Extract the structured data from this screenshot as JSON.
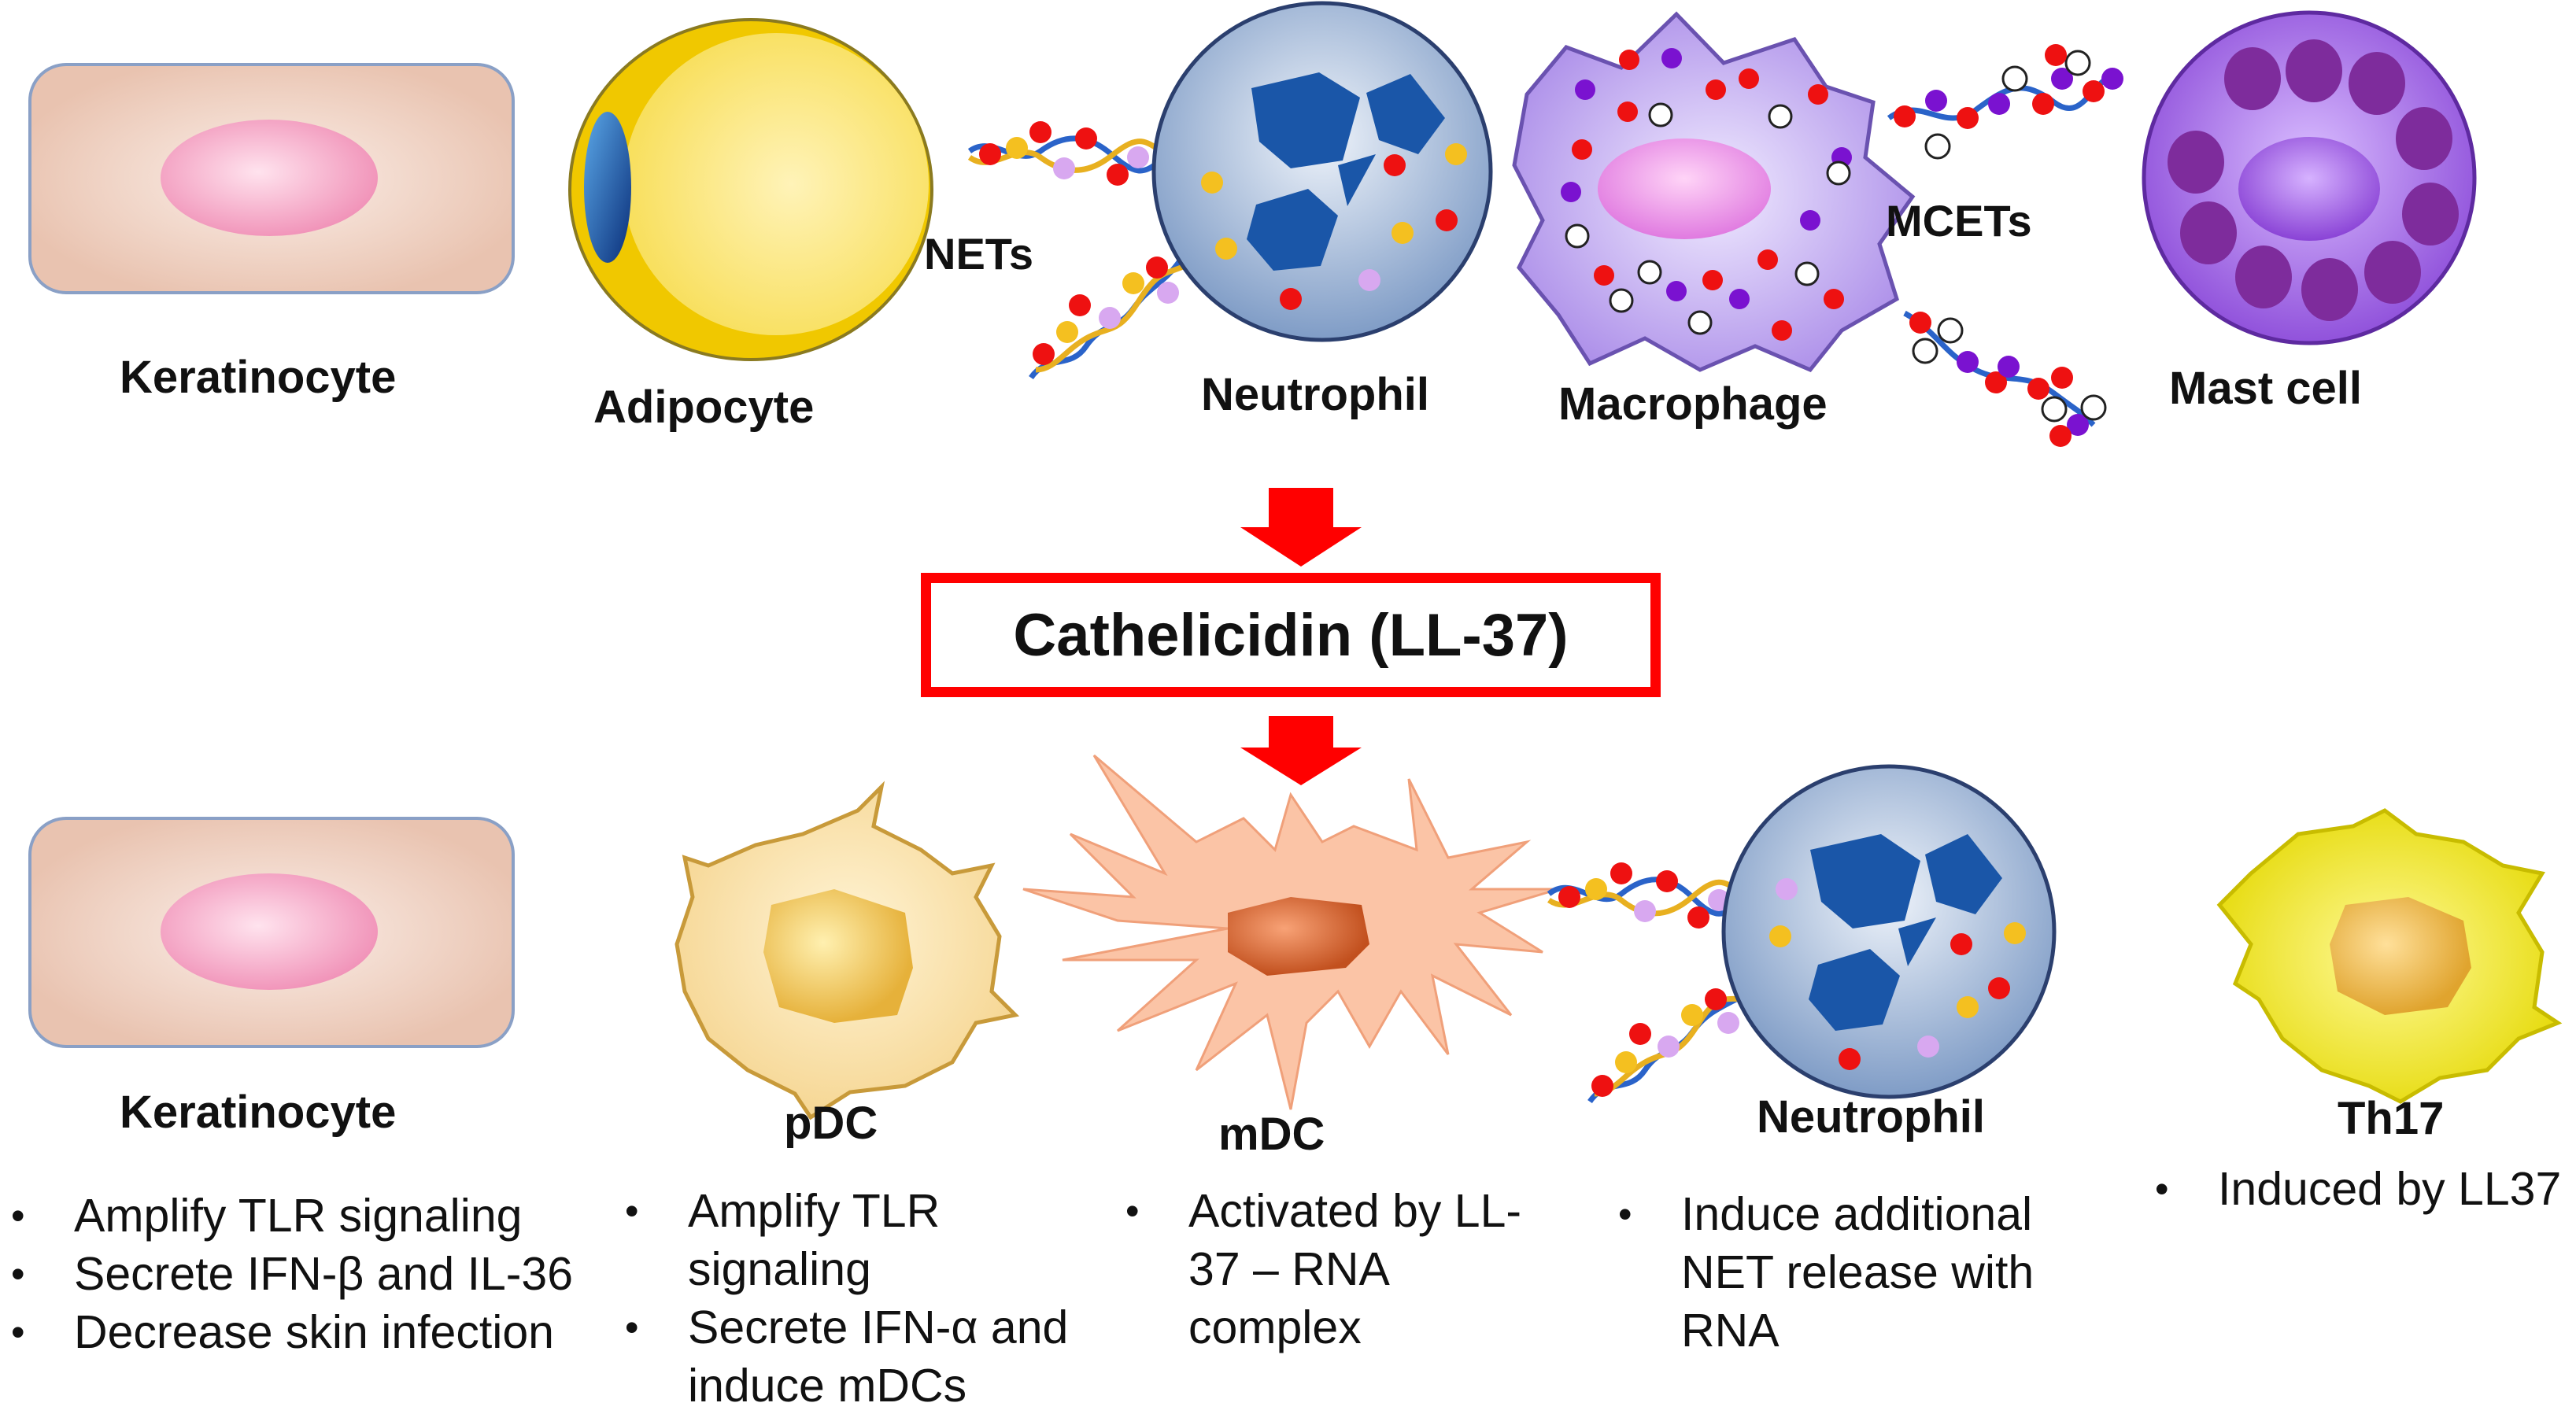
{
  "top_row": {
    "keratinocyte": "Keratinocyte",
    "adipocyte": "Adipocyte",
    "nets": "NETs",
    "neutrophil": "Neutrophil",
    "macrophage": "Macrophage",
    "mcets": "MCETs",
    "mast_cell": "Mast cell"
  },
  "central": {
    "title": "Cathelicidin (LL-37)"
  },
  "bottom_row": [
    {
      "label": "Keratinocyte",
      "bullets": [
        "Amplify TLR signaling",
        "Secrete IFN-β and IL-36",
        "Decrease skin infection"
      ]
    },
    {
      "label": "pDC",
      "bullets": [
        "Amplify TLR signaling",
        "Secrete IFN-α and induce mDCs"
      ]
    },
    {
      "label": "mDC",
      "bullets": [
        "Activated by LL-37 – RNA complex"
      ]
    },
    {
      "label": "Neutrophil",
      "bullets": [
        "Induce additional NET release with RNA"
      ]
    },
    {
      "label": "Th17",
      "bullets": [
        "Induced by LL37"
      ]
    }
  ],
  "colors": {
    "arrow": "#ff0000",
    "frame": "#ff0000",
    "keratinocyte": "#f2d6c8",
    "adipocyte": "#f5d020",
    "neutrophil": "#aec3de",
    "nucleus_blue": "#1a56a8",
    "macrophage": "#c4b0f2",
    "mast_cell": "#a56fe0",
    "mdc": "#fbc4a6",
    "th17": "#e8e010"
  }
}
